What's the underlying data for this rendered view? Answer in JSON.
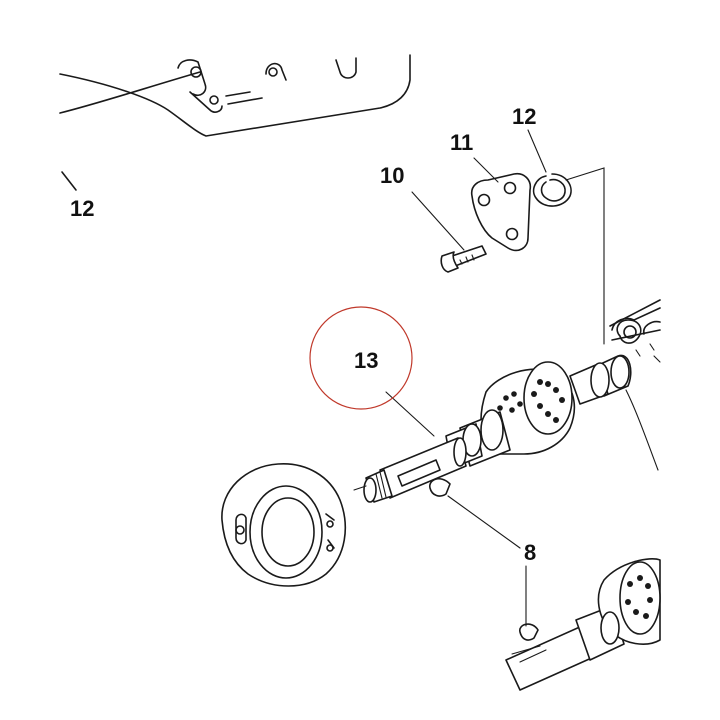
{
  "colors": {
    "line": "#1a1a1a",
    "highlight": "#c0392b",
    "background": "#ffffff"
  },
  "callouts": [
    {
      "id": "12a",
      "text": "12"
    },
    {
      "id": "12b",
      "text": "12"
    },
    {
      "id": "11",
      "text": "11"
    },
    {
      "id": "10",
      "text": "10"
    },
    {
      "id": "13",
      "text": "13"
    },
    {
      "id": "8",
      "text": "8"
    }
  ],
  "highlighted_callout": "13"
}
